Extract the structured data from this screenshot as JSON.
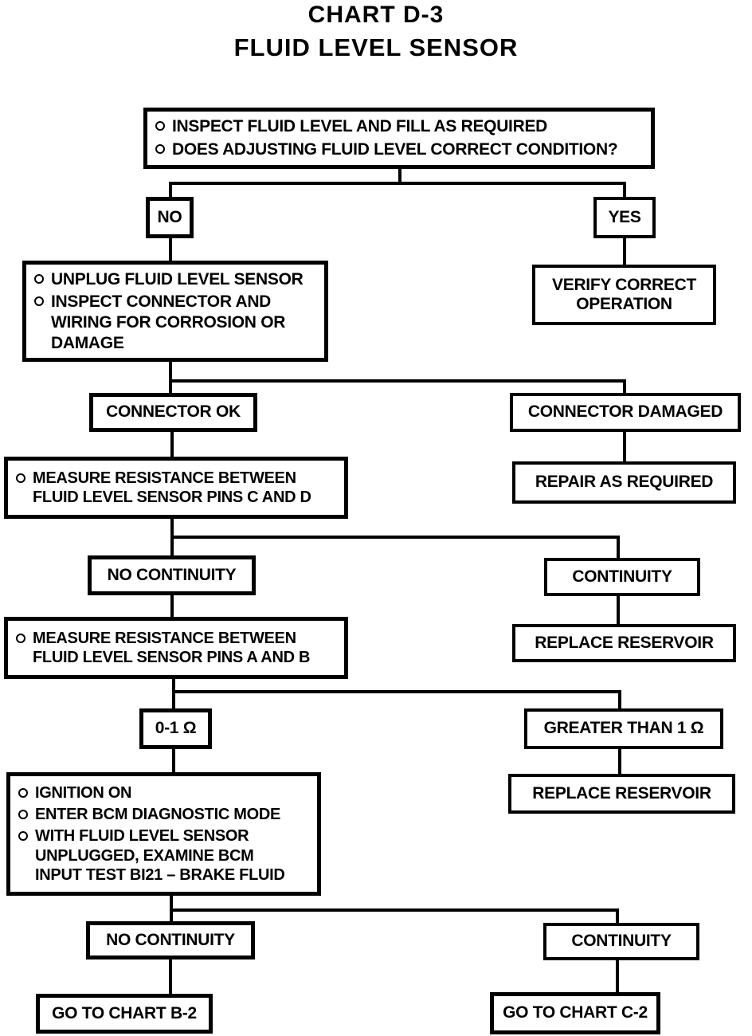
{
  "title": {
    "line1": "CHART D-3",
    "line2": "FLUID LEVEL SENSOR"
  },
  "nodes": {
    "inspect": {
      "bullets": [
        "INSPECT FLUID LEVEL AND FILL AS REQUIRED",
        "DOES ADJUSTING FLUID LEVEL CORRECT CONDITION?"
      ]
    },
    "no1": {
      "label": "NO"
    },
    "yes1": {
      "label": "YES"
    },
    "unplug": {
      "bullets": [
        "UNPLUG FLUID LEVEL SENSOR",
        "INSPECT CONNECTOR AND\nWIRING FOR CORROSION OR\nDAMAGE"
      ]
    },
    "verify": {
      "label": "VERIFY CORRECT\nOPERATION"
    },
    "connector_ok": {
      "label": "CONNECTOR OK"
    },
    "connector_damaged": {
      "label": "CONNECTOR DAMAGED"
    },
    "measure_cd": {
      "bullets": [
        "MEASURE RESISTANCE BETWEEN\nFLUID LEVEL SENSOR PINS C AND D"
      ]
    },
    "repair": {
      "label": "REPAIR AS REQUIRED"
    },
    "no_continuity_1": {
      "label": "NO CONTINUITY"
    },
    "continuity_1": {
      "label": "CONTINUITY"
    },
    "measure_ab": {
      "bullets": [
        "MEASURE RESISTANCE BETWEEN\nFLUID LEVEL SENSOR PINS A AND B"
      ]
    },
    "replace_reservoir_1": {
      "label": "REPLACE RESERVOIR"
    },
    "ohm_0_1": {
      "label": "0-1 Ω"
    },
    "greater_than_1_ohm": {
      "label": "GREATER THAN 1 Ω"
    },
    "ignition": {
      "bullets": [
        "IGNITION ON",
        "ENTER BCM DIAGNOSTIC MODE",
        "WITH FLUID LEVEL SENSOR\nUNPLUGGED, EXAMINE BCM\nINPUT TEST BI21 – BRAKE FLUID"
      ]
    },
    "replace_reservoir_2": {
      "label": "REPLACE RESERVOIR"
    },
    "no_continuity_2": {
      "label": "NO CONTINUITY"
    },
    "continuity_2": {
      "label": "CONTINUITY"
    },
    "goto_b2": {
      "label": "GO TO CHART B-2"
    },
    "goto_c2": {
      "label": "GO TO CHART C-2"
    }
  },
  "edges": [
    {
      "from": "inspect",
      "to": "no1"
    },
    {
      "from": "inspect",
      "to": "yes1"
    },
    {
      "from": "no1",
      "to": "unplug"
    },
    {
      "from": "yes1",
      "to": "verify"
    },
    {
      "from": "unplug",
      "to": "connector_ok"
    },
    {
      "from": "unplug",
      "to": "connector_damaged"
    },
    {
      "from": "connector_ok",
      "to": "measure_cd"
    },
    {
      "from": "connector_damaged",
      "to": "repair"
    },
    {
      "from": "measure_cd",
      "to": "no_continuity_1"
    },
    {
      "from": "measure_cd",
      "to": "continuity_1"
    },
    {
      "from": "no_continuity_1",
      "to": "measure_ab"
    },
    {
      "from": "continuity_1",
      "to": "replace_reservoir_1"
    },
    {
      "from": "measure_ab",
      "to": "ohm_0_1"
    },
    {
      "from": "measure_ab",
      "to": "greater_than_1_ohm"
    },
    {
      "from": "ohm_0_1",
      "to": "ignition"
    },
    {
      "from": "greater_than_1_ohm",
      "to": "replace_reservoir_2"
    },
    {
      "from": "ignition",
      "to": "no_continuity_2"
    },
    {
      "from": "ignition",
      "to": "continuity_2"
    },
    {
      "from": "no_continuity_2",
      "to": "goto_b2"
    },
    {
      "from": "continuity_2",
      "to": "goto_c2"
    }
  ],
  "colors": {
    "background": "#ffffff",
    "line": "#000000",
    "text": "#000000"
  }
}
